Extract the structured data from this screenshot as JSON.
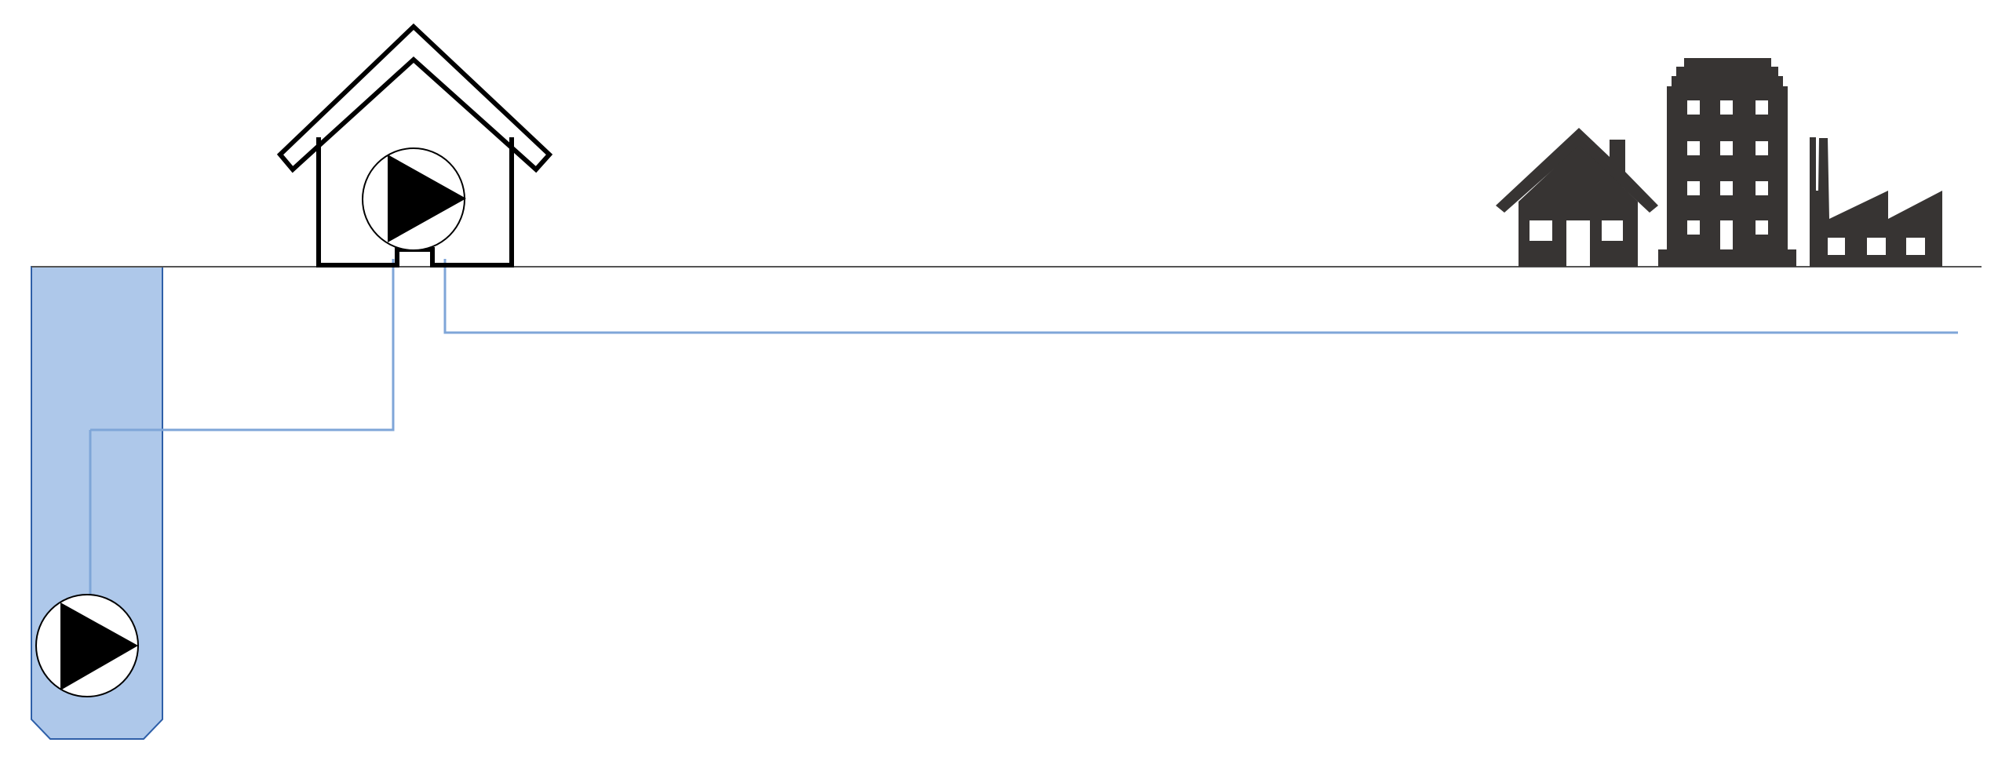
{
  "diagram": {
    "kind": "well-water-supply-schematic",
    "labels": [],
    "elements": {
      "well": {
        "icon": "well-shaft",
        "fill": "#aec8ea",
        "stroke": "#2e5fa8"
      },
      "submersible_pump": {
        "icon": "pump-symbol"
      },
      "pump_house": {
        "icon": "house-outline-icon"
      },
      "booster_pump": {
        "icon": "pump-symbol"
      },
      "pipes": {
        "color": "#7fa6d8",
        "segments": [
          "well-riser-pipe",
          "well-to-pumphouse-pipe",
          "distribution-main-pipe"
        ]
      },
      "ground": {
        "color": "#555555"
      },
      "consumers": {
        "color": "#373433",
        "icons": [
          "residential-house-icon",
          "apartment-building-icon",
          "factory-icon"
        ]
      }
    }
  }
}
